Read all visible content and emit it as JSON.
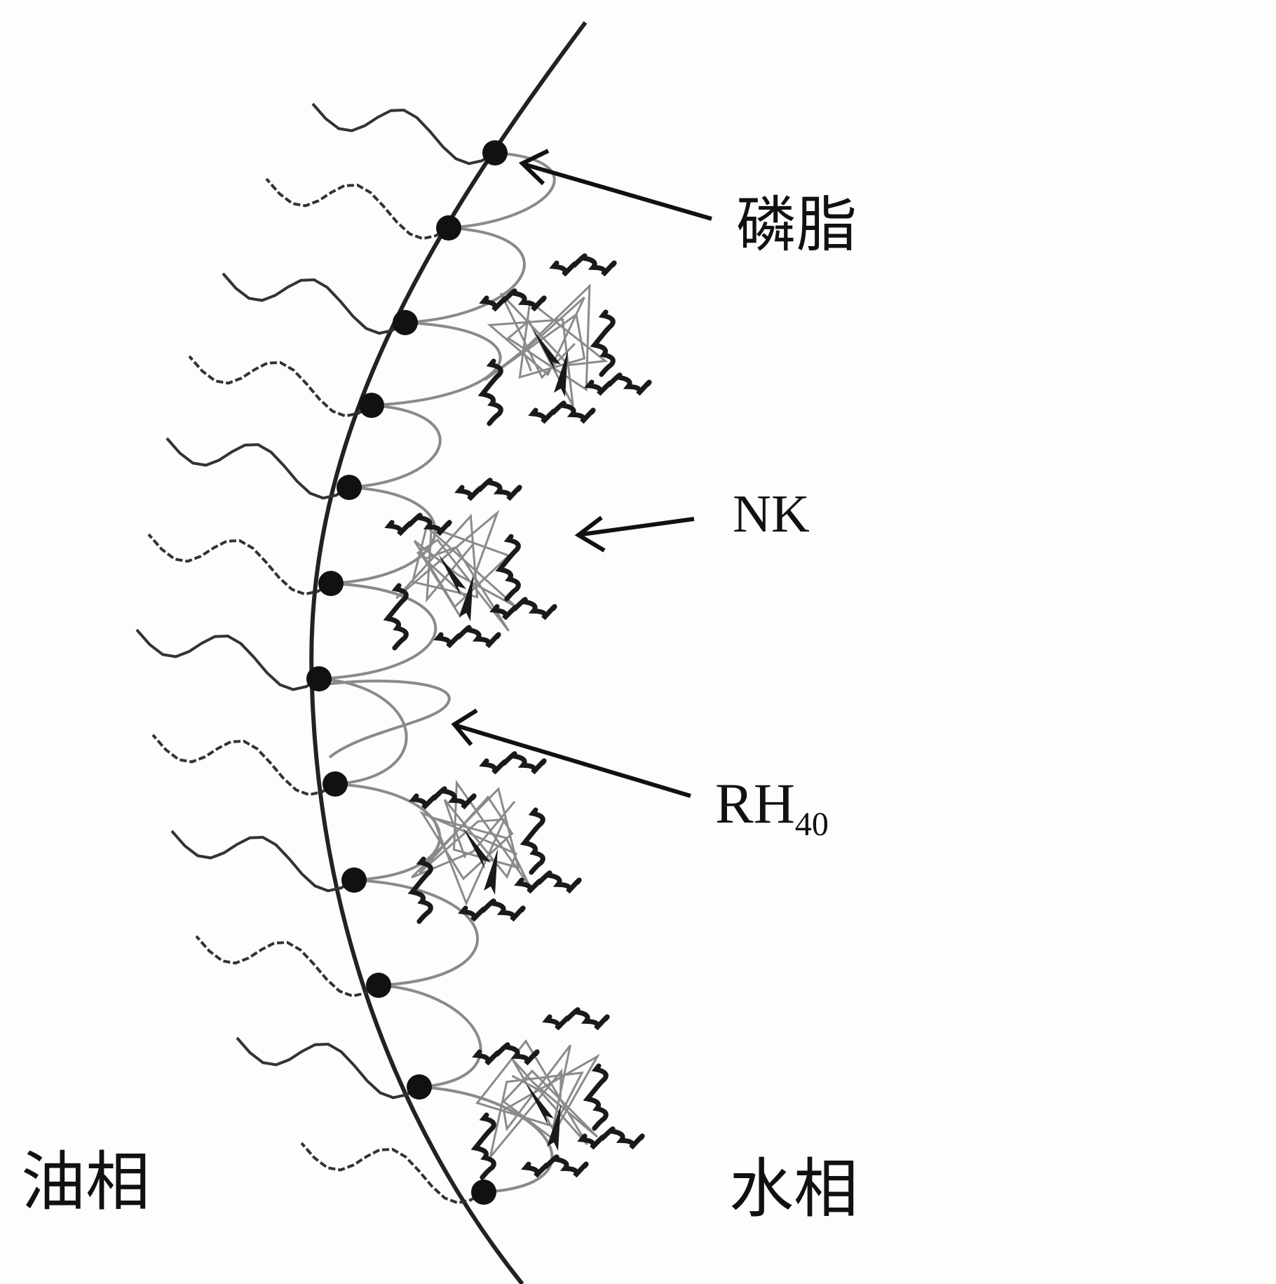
{
  "labels": {
    "phospholipid": "磷脂",
    "nk": "NK",
    "rh40_main": "RH",
    "rh40_sub": "40",
    "oil_phase": "油相",
    "water_phase": "水相"
  },
  "colors": {
    "interface": "#222222",
    "tail": "#333333",
    "chain": "#8a8a8a",
    "protein": "#1a1a1a",
    "background": "#fdfdfd"
  }
}
